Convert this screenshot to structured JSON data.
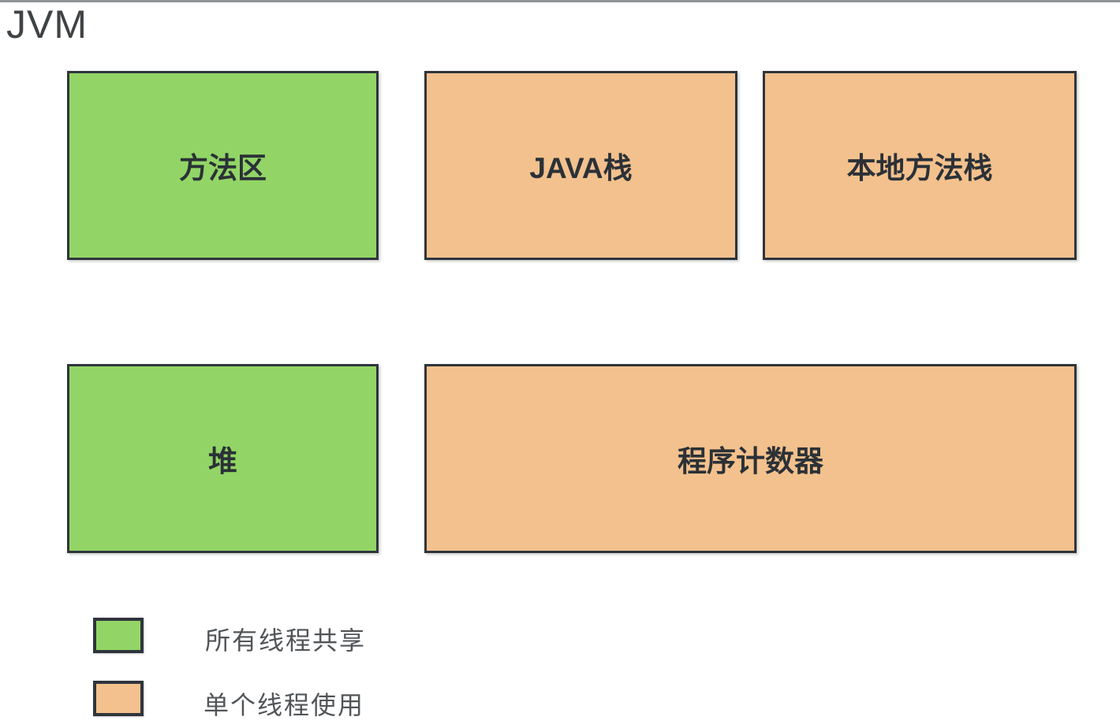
{
  "title": "JVM",
  "colors": {
    "shared_fill": "#92d566",
    "thread_fill": "#f3c18d",
    "box_border": "#2f353c",
    "box_text": "#2b3137",
    "legend_text": "#515558"
  },
  "boxes": [
    {
      "id": "method-area",
      "label": "方法区",
      "type": "shared"
    },
    {
      "id": "java-stack",
      "label": "JAVA栈",
      "type": "thread"
    },
    {
      "id": "native-method-stack",
      "label": "本地方法栈",
      "type": "thread"
    },
    {
      "id": "heap",
      "label": "堆",
      "type": "shared"
    },
    {
      "id": "program-counter",
      "label": "程序计数器",
      "type": "thread"
    }
  ],
  "legend": [
    {
      "swatch_color": "#92d566",
      "label": "所有线程共享"
    },
    {
      "swatch_color": "#f3c18d",
      "label": "单个线程使用"
    }
  ]
}
